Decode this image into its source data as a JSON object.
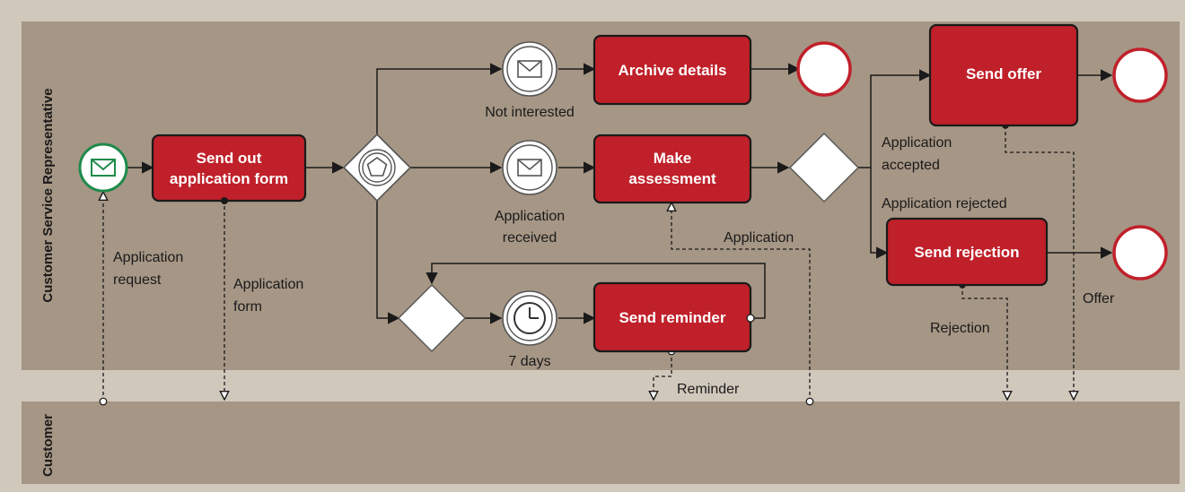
{
  "colors": {
    "frame": "#d1c8bc",
    "lane": "#a69685",
    "task_fill": "#c0202a",
    "task_stroke": "#1a1a1a",
    "start_event": "#1f8a4a",
    "end_event": "#c0202a"
  },
  "lanes": {
    "top": "Customer Service Representative",
    "bottom": "Customer"
  },
  "tasks": {
    "send_form_l1": "Send out",
    "send_form_l2": "application form",
    "archive": "Archive details",
    "assess_l1": "Make",
    "assess_l2": "assessment",
    "reminder": "Send reminder",
    "offer": "Send offer",
    "rejection": "Send rejection"
  },
  "events": {
    "not_interested": "Not interested",
    "received_l1": "Application",
    "received_l2": "received",
    "timer": "7 days",
    "start_icon": "envelope-icon",
    "message_icon": "envelope-icon",
    "timer_icon": "clock-icon",
    "gateway_icon": "pentagon-icon",
    "end_icon": "end-event-circle"
  },
  "flow_labels": {
    "accepted_l1": "Application",
    "accepted_l2": "accepted",
    "rejected": "Application rejected"
  },
  "messages": {
    "request_l1": "Application",
    "request_l2": "request",
    "form_l1": "Application",
    "form_l2": "form",
    "application": "Application",
    "reminder": "Reminder",
    "rejection": "Rejection",
    "offer": "Offer"
  }
}
